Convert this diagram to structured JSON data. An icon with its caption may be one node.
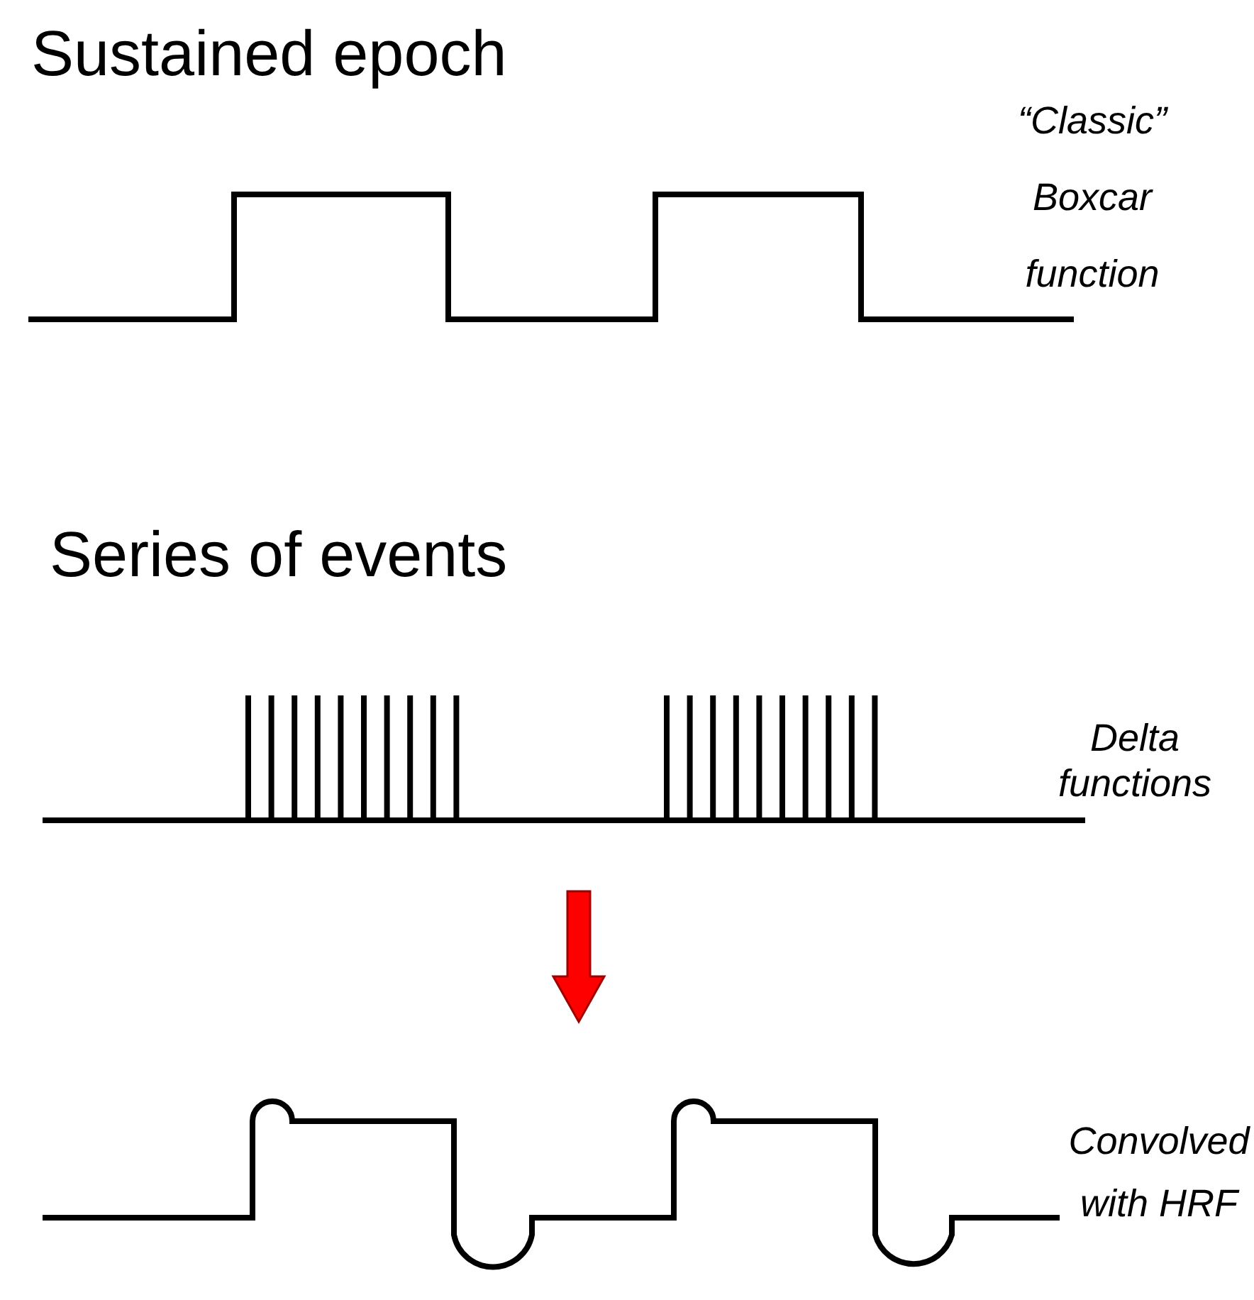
{
  "diagram": {
    "nodes": [
      {
        "text": [],
        "shape": "picture",
        "beside": [
          "“Classic” Boxcar function"
        ]
      },
      {
        "text": [],
        "shape": "picture",
        "beside": [
          "Delta functions"
        ]
      },
      {
        "text": [],
        "shape": "picture",
        "beside": [
          "Convolved with HRF"
        ]
      }
    ],
    "edges": [
      {
        "from": 1,
        "to": 2,
        "arrow": "to",
        "style": "thick",
        "color": "#ff0000"
      }
    ],
    "labels": [
      "Sustained epoch",
      "Series of events"
    ]
  }
}
